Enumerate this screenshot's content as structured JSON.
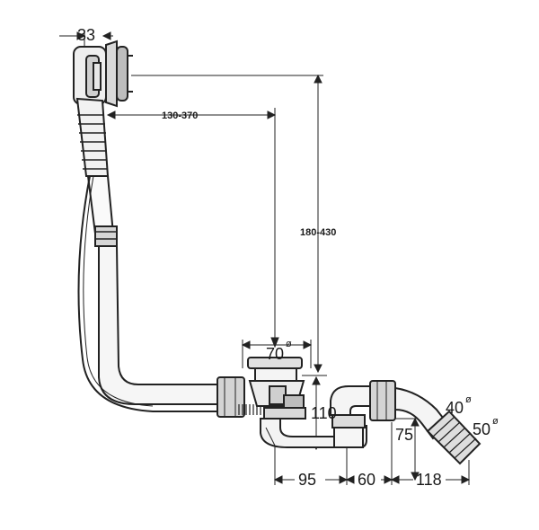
{
  "dimensions": {
    "overflow_depth": "33",
    "overflow_reach": "130-370",
    "height_range": "180-430",
    "drain_diameter": "70",
    "trap_height": "110",
    "outlet_height": "75",
    "spacing_a": "95",
    "spacing_b": "60",
    "spacing_c": "118",
    "pipe_inner_diameter": "40",
    "pipe_outer_diameter": "50"
  },
  "symbols": {
    "diameter": "ø"
  }
}
